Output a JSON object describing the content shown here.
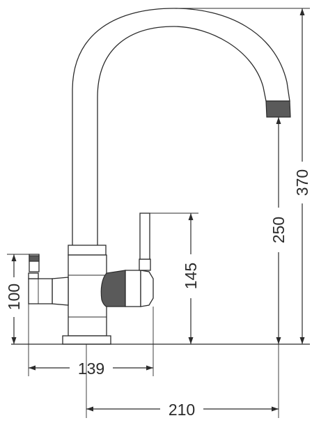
{
  "dimensions": {
    "overall_height": {
      "value": "370"
    },
    "spout_height": {
      "value": "250"
    },
    "handle_height": {
      "value": "145"
    },
    "side_handle_height": {
      "value": "100"
    },
    "side_width": {
      "value": "139"
    },
    "reach": {
      "value": "210"
    }
  },
  "colors": {
    "line": "#2b2b2b",
    "fill": "#ffffff",
    "shade": "#5a5a5a"
  }
}
